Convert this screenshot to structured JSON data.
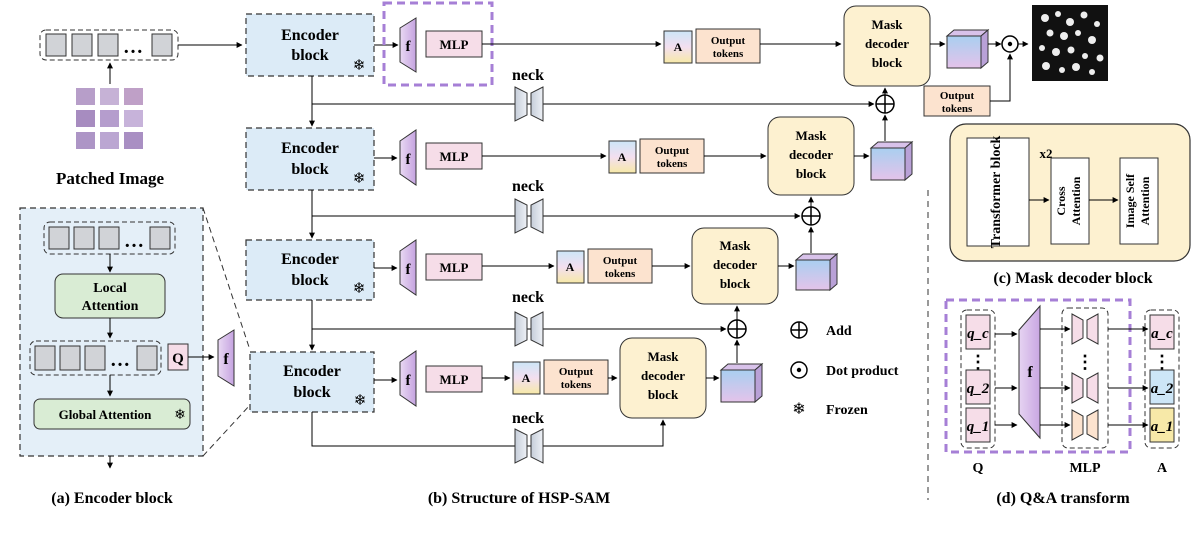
{
  "encoder_block_label": [
    "Encoder",
    "block"
  ],
  "mlp_label": "MLP",
  "f_label": "f",
  "a_label": "A",
  "output_tokens_label": [
    "Output",
    "tokens"
  ],
  "mask_decoder_label": [
    "Mask",
    "decoder",
    "block"
  ],
  "neck_label": "neck",
  "patched_image_label": "Patched Image",
  "local_attention_label": [
    "Local",
    "Attention"
  ],
  "global_attention_label": "Global Attention",
  "q_label": "Q",
  "legend": {
    "add": "Add",
    "dot": "Dot product",
    "frozen": "Frozen"
  },
  "panel_c": {
    "transformer": "Transformer block",
    "times": "x2",
    "cross": [
      "Cross",
      "Attention"
    ],
    "selfatt": [
      "Image Self",
      "Attention"
    ]
  },
  "panel_d": {
    "q": [
      "q_c",
      "q_2",
      "q_1"
    ],
    "a": [
      "a_c",
      "a_2",
      "a_1"
    ],
    "q_axis": "Q",
    "mlp_axis": "MLP",
    "a_axis": "A"
  },
  "captions": {
    "a": "(a) Encoder block",
    "b": "(b) Structure of HSP-SAM",
    "c": "(c) Mask decoder block",
    "d": "(d) Q&A transform"
  },
  "colors": {
    "encoder_fill": "#dcebf7",
    "mlp_fill": "#f6dde8",
    "decoder_fill": "#fdf1d0",
    "output_fill": "#fce3cf",
    "attention_fill": "#d9ecd4",
    "purple": "#a67fd6",
    "panel_a_bg": "#e4eff8"
  }
}
